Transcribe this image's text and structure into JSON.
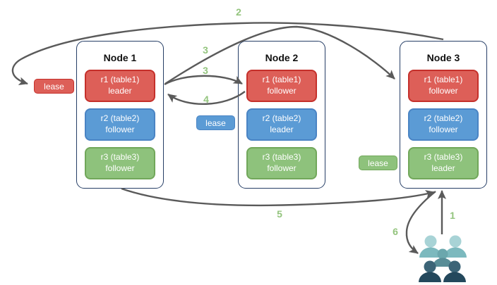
{
  "nodes": [
    {
      "title": "Node 1",
      "replicas": [
        {
          "name": "r1 (table1)",
          "role": "leader",
          "color": "#dd5f58"
        },
        {
          "name": "r2 (table2)",
          "role": "follower",
          "color": "#5b9bd5"
        },
        {
          "name": "r3 (table3)",
          "role": "follower",
          "color": "#8ec27c"
        }
      ]
    },
    {
      "title": "Node 2",
      "replicas": [
        {
          "name": "r1 (table1)",
          "role": "follower",
          "color": "#dd5f58"
        },
        {
          "name": "r2 (table2)",
          "role": "leader",
          "color": "#5b9bd5"
        },
        {
          "name": "r3 (table3)",
          "role": "follower",
          "color": "#8ec27c"
        }
      ]
    },
    {
      "title": "Node 3",
      "replicas": [
        {
          "name": "r1 (table1)",
          "role": "follower",
          "color": "#dd5f58"
        },
        {
          "name": "r2 (table2)",
          "role": "follower",
          "color": "#5b9bd5"
        },
        {
          "name": "r3 (table3)",
          "role": "leader",
          "color": "#8ec27c"
        }
      ]
    }
  ],
  "leases": [
    {
      "label": "lease",
      "color": "#dd5f58",
      "near": "Node 1 r1 leader"
    },
    {
      "label": "lease",
      "color": "#5b9bd5",
      "near": "Node 2 r2 leader"
    },
    {
      "label": "lease",
      "color": "#8ec27c",
      "near": "Node 3 r3 leader"
    }
  ],
  "steps": {
    "s1": "1",
    "s2": "2",
    "s3_upper": "3",
    "s3_lower": "3",
    "s4": "4",
    "s5": "5",
    "s6": "6"
  },
  "icons": {
    "users_group": "users-group-icon"
  },
  "colors": {
    "node_border": "#263e66",
    "arrow": "#5a5a5a",
    "step_label": "#93c47d",
    "users_light_head": "#a8d3d6",
    "users_light_body": "#7cb9be",
    "users_mid_head": "#6ba7ad",
    "users_mid_body": "#588d97",
    "users_dark_head": "#3c6477",
    "users_dark_body": "#24485c"
  }
}
